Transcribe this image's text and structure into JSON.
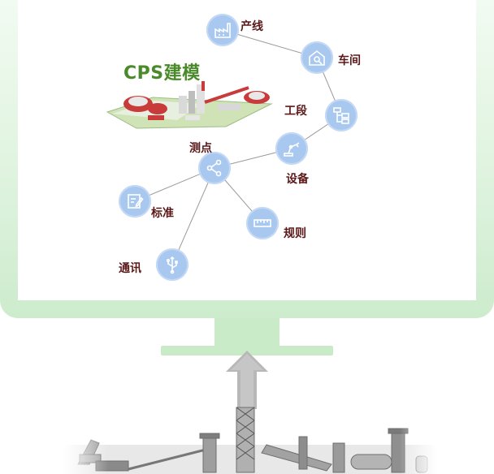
{
  "title": "CPS建模",
  "nodes": {
    "chanxian": "产线",
    "chejian": "车间",
    "gongduan": "工段",
    "shebei": "设备",
    "cedian": "测点",
    "biaozhun": "标准",
    "guize": "规则",
    "tongxun": "通讯"
  },
  "colors": {
    "node_fill": "#a9c8ef",
    "label_text": "#5a1818",
    "title_green": "#4a8a2a",
    "monitor_frame": "#cdebcd",
    "arrow_gray": "#b8b8b8"
  }
}
